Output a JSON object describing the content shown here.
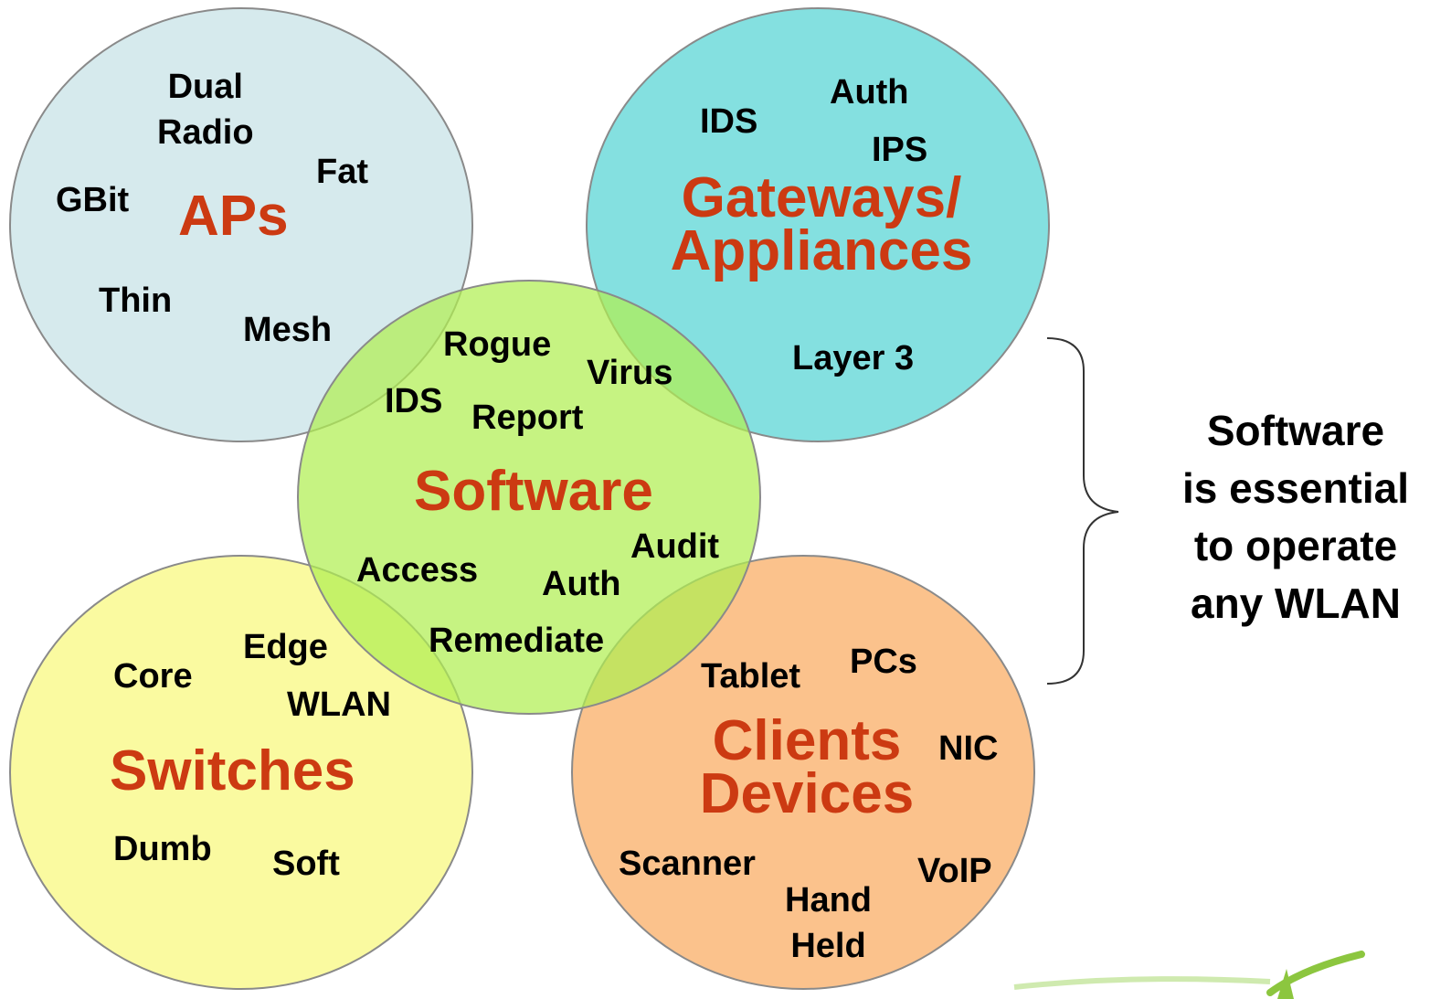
{
  "colors": {
    "aps_fill": "#d6eaed",
    "gateways_fill": "#84e0e0",
    "switches_fill": "#fafaa0",
    "clients_fill": "#fbc28c",
    "software_fill": "#b0ee52",
    "title_text": "#cc3a12",
    "label_text": "#000000"
  },
  "aps": {
    "title": "APs",
    "dual_radio": [
      "Dual",
      "Radio"
    ],
    "fat": "Fat",
    "gbit": "GBit",
    "thin": "Thin",
    "mesh": "Mesh"
  },
  "gateways": {
    "title": [
      "Gateways/",
      "Appliances"
    ],
    "ids": "IDS",
    "auth": "Auth",
    "ips": "IPS",
    "layer3": "Layer 3"
  },
  "software": {
    "title": "Software",
    "rogue": "Rogue",
    "virus": "Virus",
    "ids": "IDS",
    "report": "Report",
    "audit": "Audit",
    "access": "Access",
    "auth": "Auth",
    "remediate": "Remediate"
  },
  "switches": {
    "title": "Switches",
    "edge": "Edge",
    "core": "Core",
    "wlan": "WLAN",
    "dumb": "Dumb",
    "soft": "Soft"
  },
  "clients": {
    "title": [
      "Clients",
      "Devices"
    ],
    "tablet": "Tablet",
    "pcs": "PCs",
    "nic": "NIC",
    "scanner": "Scanner",
    "voip": "VoIP",
    "hand_held": [
      "Hand",
      "Held"
    ]
  },
  "side_note": [
    "Software",
    "is essential",
    "to operate",
    "any WLAN"
  ]
}
